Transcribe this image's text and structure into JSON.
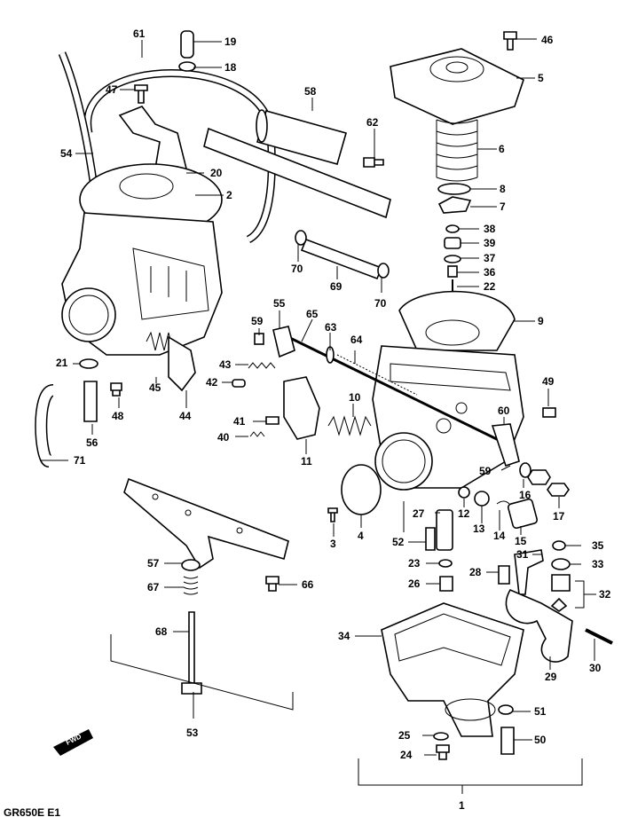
{
  "diagram_title": "GR650E E1",
  "fwd_label": "FWD",
  "callouts": [
    {
      "id": "c61",
      "text": "61"
    },
    {
      "id": "c19",
      "text": "19"
    },
    {
      "id": "c18",
      "text": "18"
    },
    {
      "id": "c47",
      "text": "47"
    },
    {
      "id": "c54",
      "text": "54"
    },
    {
      "id": "c20",
      "text": "20"
    },
    {
      "id": "c2",
      "text": "2"
    },
    {
      "id": "c58",
      "text": "58"
    },
    {
      "id": "c62",
      "text": "62"
    },
    {
      "id": "c46",
      "text": "46"
    },
    {
      "id": "c5",
      "text": "5"
    },
    {
      "id": "c6",
      "text": "6"
    },
    {
      "id": "c8",
      "text": "8"
    },
    {
      "id": "c7",
      "text": "7"
    },
    {
      "id": "c38",
      "text": "38"
    },
    {
      "id": "c39",
      "text": "39"
    },
    {
      "id": "c37",
      "text": "37"
    },
    {
      "id": "c36",
      "text": "36"
    },
    {
      "id": "c22",
      "text": "22"
    },
    {
      "id": "c9",
      "text": "9"
    },
    {
      "id": "c70a",
      "text": "70"
    },
    {
      "id": "c69",
      "text": "69"
    },
    {
      "id": "c70b",
      "text": "70"
    },
    {
      "id": "c55",
      "text": "55"
    },
    {
      "id": "c65",
      "text": "65"
    },
    {
      "id": "c63",
      "text": "63"
    },
    {
      "id": "c64",
      "text": "64"
    },
    {
      "id": "c59a",
      "text": "59"
    },
    {
      "id": "c43",
      "text": "43"
    },
    {
      "id": "c42",
      "text": "42"
    },
    {
      "id": "c10",
      "text": "10"
    },
    {
      "id": "c21",
      "text": "21"
    },
    {
      "id": "c45",
      "text": "45"
    },
    {
      "id": "c44",
      "text": "44"
    },
    {
      "id": "c48",
      "text": "48"
    },
    {
      "id": "c56",
      "text": "56"
    },
    {
      "id": "c71",
      "text": "71"
    },
    {
      "id": "c41",
      "text": "41"
    },
    {
      "id": "c40",
      "text": "40"
    },
    {
      "id": "c11",
      "text": "11"
    },
    {
      "id": "c49",
      "text": "49"
    },
    {
      "id": "c60",
      "text": "60"
    },
    {
      "id": "c59b",
      "text": "59"
    },
    {
      "id": "c16",
      "text": "16"
    },
    {
      "id": "c17",
      "text": "17"
    },
    {
      "id": "c12",
      "text": "12"
    },
    {
      "id": "c27",
      "text": "27"
    },
    {
      "id": "c13",
      "text": "13"
    },
    {
      "id": "c14",
      "text": "14"
    },
    {
      "id": "c15",
      "text": "15"
    },
    {
      "id": "c3",
      "text": "3"
    },
    {
      "id": "c4",
      "text": "4"
    },
    {
      "id": "c52",
      "text": "52"
    },
    {
      "id": "c35",
      "text": "35"
    },
    {
      "id": "c31",
      "text": "31"
    },
    {
      "id": "c33",
      "text": "33"
    },
    {
      "id": "c57",
      "text": "57"
    },
    {
      "id": "c66",
      "text": "66"
    },
    {
      "id": "c23",
      "text": "23"
    },
    {
      "id": "c28",
      "text": "28"
    },
    {
      "id": "c67",
      "text": "67"
    },
    {
      "id": "c26",
      "text": "26"
    },
    {
      "id": "c32",
      "text": "32"
    },
    {
      "id": "c68",
      "text": "68"
    },
    {
      "id": "c34",
      "text": "34"
    },
    {
      "id": "c30",
      "text": "30"
    },
    {
      "id": "c29",
      "text": "29"
    },
    {
      "id": "c53",
      "text": "53"
    },
    {
      "id": "c51",
      "text": "51"
    },
    {
      "id": "c25",
      "text": "25"
    },
    {
      "id": "c50",
      "text": "50"
    },
    {
      "id": "c24",
      "text": "24"
    },
    {
      "id": "c1",
      "text": "1"
    }
  ]
}
